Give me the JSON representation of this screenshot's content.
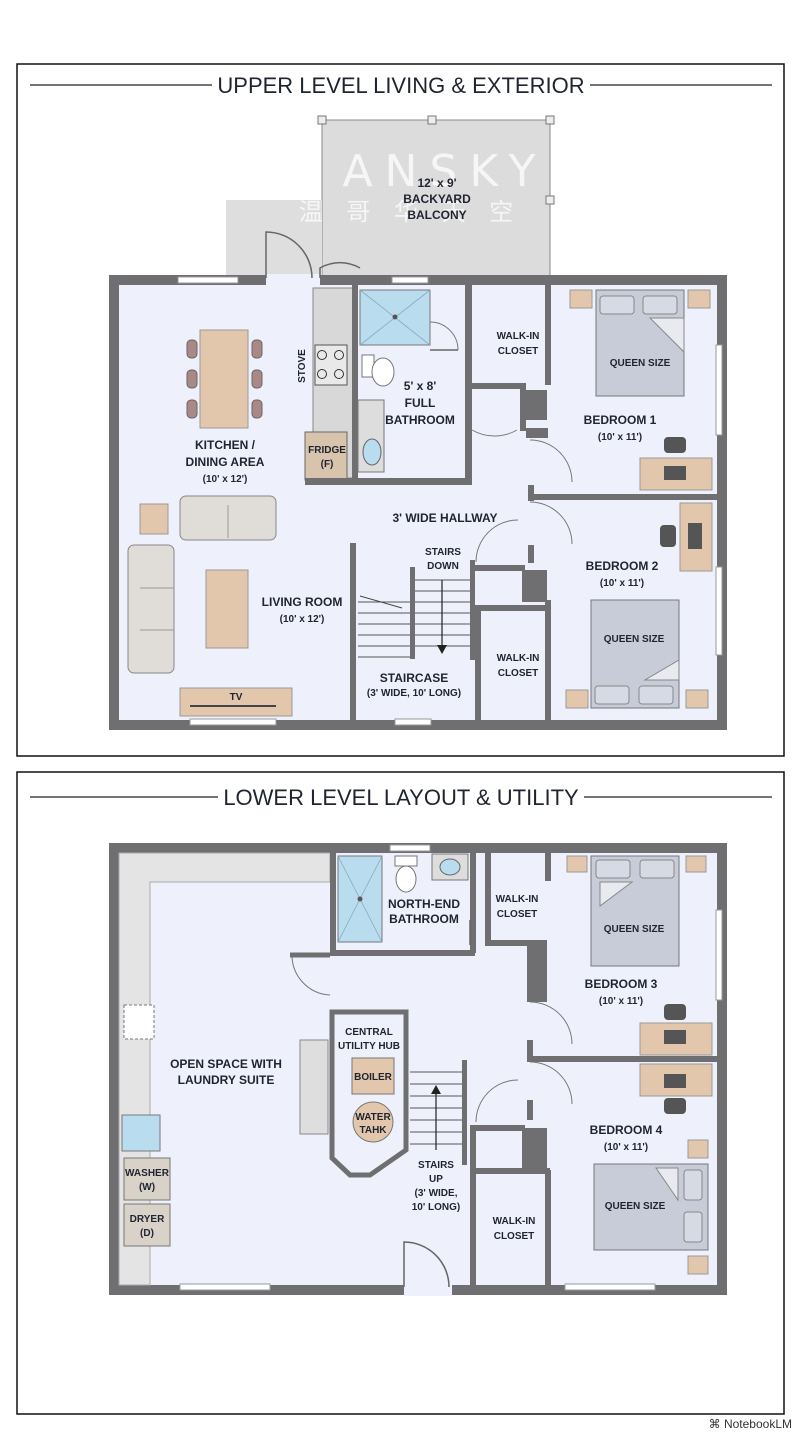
{
  "upper": {
    "title": "UPPER LEVEL LIVING & EXTERIOR",
    "balcony": {
      "size": "12' x 9'",
      "line1": "BACKYARD",
      "line2": "BALCONY"
    },
    "stove": "STOVE",
    "fridge": {
      "line1": "FRIDGE",
      "line2": "(F)"
    },
    "kitchen": {
      "line1": "KITCHEN /",
      "line2": "DINING AREA",
      "size": "(10' x 12')"
    },
    "bathroom": {
      "size": "5' x 8'",
      "line1": "FULL",
      "line2": "BATHROOM"
    },
    "walkin1": {
      "line1": "WALK-IN",
      "line2": "CLOSET"
    },
    "walkin2": {
      "line1": "WALK-IN",
      "line2": "CLOSET"
    },
    "queen1": "QUEEN SIZE",
    "queen2": "QUEEN SIZE",
    "bedroom1": {
      "name": "BEDROOM 1",
      "size": "(10' x 11')"
    },
    "bedroom2": {
      "name": "BEDROOM 2",
      "size": "(10' x 11')"
    },
    "hallway": "3' WIDE HALLWAY",
    "stairs_down": {
      "line1": "STAIRS",
      "line2": "DOWN"
    },
    "living": {
      "name": "LIVING ROOM",
      "size": "(10' x 12')"
    },
    "staircase": {
      "name": "STAIRCASE",
      "size": "(3' WIDE, 10' LONG)"
    },
    "tv": "TV"
  },
  "lower": {
    "title": "LOWER LEVEL LAYOUT & UTILITY",
    "bathroom": {
      "line1": "NORTH-END",
      "line2": "BATHROOM"
    },
    "walkin3": {
      "line1": "WALK-IN",
      "line2": "CLOSET"
    },
    "walkin4": {
      "line1": "WALK-IN",
      "line2": "CLOSET"
    },
    "queen3": "QUEEN SIZE",
    "queen4": "QUEEN SIZE",
    "bedroom3": {
      "name": "BEDROOM 3",
      "size": "(10' x 11')"
    },
    "bedroom4": {
      "name": "BEDROOM 4",
      "size": "(10' x 11')"
    },
    "open_space": {
      "line1": "OPEN SPACE WITH",
      "line2": "LAUNDRY SUITE"
    },
    "utility": {
      "line1": "CENTRAL",
      "line2": "UTILITY HUB"
    },
    "boiler": "BOILER",
    "water_tank": {
      "line1": "WATER",
      "line2": "TAHK"
    },
    "stairs_up": {
      "line1": "STAIRS",
      "line2": "UP",
      "line3": "(3' WIDE,",
      "line4": "10' LONG)"
    },
    "washer": {
      "line1": "WASHER",
      "line2": "(W)"
    },
    "dryer": {
      "line1": "DRYER",
      "line2": "(D)"
    }
  },
  "watermark": {
    "latin": "ANSKY",
    "cjk": "温 哥 华 天 空"
  },
  "footer": "NotebookLM",
  "colors": {
    "wall": "#6f6f72",
    "floor": "#eef1fb",
    "bed": "#c7ccd8",
    "wood": "#e2c7ad",
    "water": "#b9dcef",
    "balcony": "#dcdcdc"
  }
}
